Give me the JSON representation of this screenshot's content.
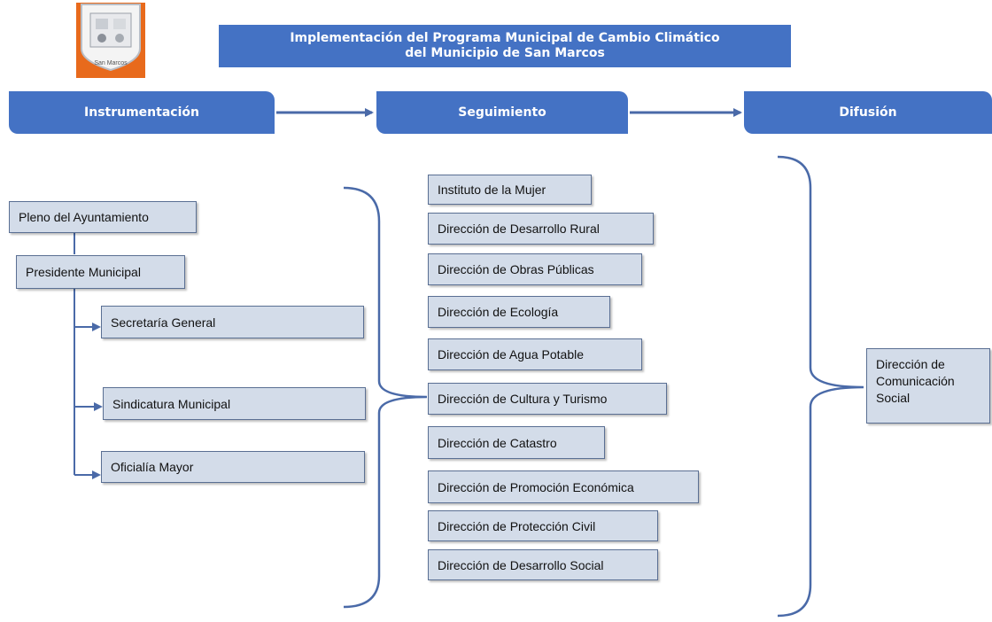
{
  "title": {
    "line1": "Implementación del Programa Municipal de Cambio Climático",
    "line2": "del Municipio de San Marcos"
  },
  "logo": {
    "label": "San Marcos",
    "colors": {
      "orange": "#e86a1c",
      "shield": "#b9bec6"
    }
  },
  "stages": [
    "Instrumentación",
    "Seguimiento",
    "Difusión"
  ],
  "instrumentacion": {
    "top": "Pleno del Ayuntamiento",
    "president": "Presidente Municipal",
    "subordinates": [
      "Secretaría General",
      "Sindicatura Municipal",
      "Oficialía Mayor"
    ]
  },
  "seguimiento": [
    "Instituto de la Mujer",
    "Dirección de Desarrollo Rural",
    "Dirección de Obras Públicas",
    "Dirección de Ecología",
    "Dirección de Agua Potable",
    "Dirección de Cultura y Turismo",
    "Dirección de Catastro",
    "Dirección de Promoción Económica",
    "Dirección de Protección Civil",
    "Dirección de Desarrollo Social"
  ],
  "difusion": {
    "lines": [
      "Dirección de",
      "Comunicación",
      "Social"
    ]
  },
  "colors": {
    "stage": "#4472c4",
    "box_fill": "#d3dce9",
    "line": "#4a6aa8"
  }
}
